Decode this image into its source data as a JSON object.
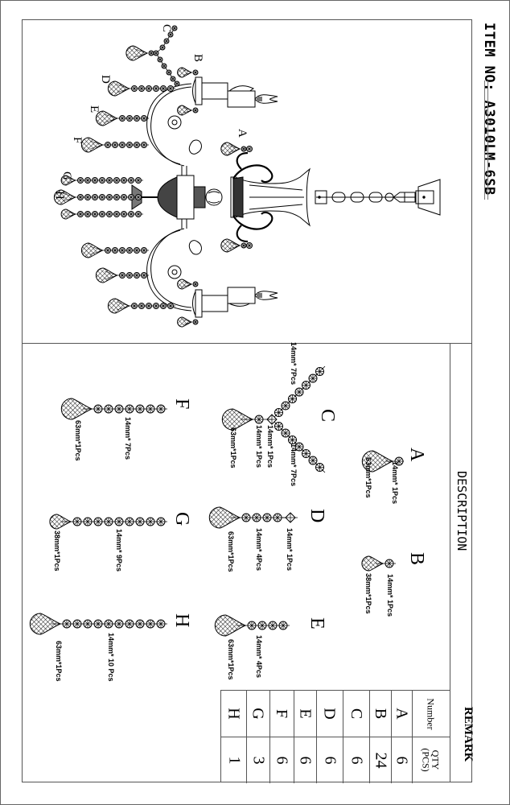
{
  "sheet": {
    "item_label": "ITEM NO:",
    "item_number": "A3010LM-6SB",
    "description_header": "DESCRIPTION",
    "remark_header": "REMARK"
  },
  "drawing": {
    "callouts": [
      "A",
      "B",
      "C",
      "D",
      "E",
      "F",
      "G",
      "H"
    ],
    "arms": 6,
    "candles": 6
  },
  "parts": [
    {
      "id": "A",
      "components": [
        {
          "label": "14mm* 1Pcs",
          "size_mm": 14,
          "qty": 1,
          "type": "octagon bead"
        },
        {
          "label": "63mm*1Pcs",
          "size_mm": 63,
          "qty": 1,
          "type": "pendant drop"
        }
      ]
    },
    {
      "id": "B",
      "components": [
        {
          "label": "14mm* 1Pcs",
          "size_mm": 14,
          "qty": 1,
          "type": "octagon bead"
        },
        {
          "label": "38mm*1Pcs",
          "size_mm": 38,
          "qty": 1,
          "type": "pendant drop"
        }
      ]
    },
    {
      "id": "C",
      "components": [
        {
          "label": "14mm* 7Pcs",
          "size_mm": 14,
          "qty": 7,
          "type": "octagon bead strand (left)"
        },
        {
          "label": "14mm* 7Pcs",
          "size_mm": 14,
          "qty": 7,
          "type": "octagon bead strand (right)"
        },
        {
          "label": "14mm* 1Pcs",
          "size_mm": 14,
          "qty": 1,
          "type": "square connector"
        },
        {
          "label": "14mm* 1Pcs",
          "size_mm": 14,
          "qty": 1,
          "type": "octagon bead"
        },
        {
          "label": "63mm*1Pcs",
          "size_mm": 63,
          "qty": 1,
          "type": "pendant drop"
        }
      ]
    },
    {
      "id": "D",
      "components": [
        {
          "label": "14mm* 1Pcs",
          "size_mm": 14,
          "qty": 1,
          "type": "square connector"
        },
        {
          "label": "14mm* 4Pcs",
          "size_mm": 14,
          "qty": 4,
          "type": "octagon bead"
        },
        {
          "label": "63mm*1Pcs",
          "size_mm": 63,
          "qty": 1,
          "type": "pendant drop"
        }
      ]
    },
    {
      "id": "E",
      "components": [
        {
          "label": "14mm* 4Pcs",
          "size_mm": 14,
          "qty": 4,
          "type": "octagon bead"
        },
        {
          "label": "63mm*1Pcs",
          "size_mm": 63,
          "qty": 1,
          "type": "pendant drop"
        }
      ]
    },
    {
      "id": "F",
      "components": [
        {
          "label": "14mm* 7Pcs",
          "size_mm": 14,
          "qty": 7,
          "type": "octagon bead"
        },
        {
          "label": "63mm*1Pcs",
          "size_mm": 63,
          "qty": 1,
          "type": "pendant drop"
        }
      ]
    },
    {
      "id": "G",
      "components": [
        {
          "label": "14mm* 9Pcs",
          "size_mm": 14,
          "qty": 9,
          "type": "octagon bead"
        },
        {
          "label": "38mm*1Pcs",
          "size_mm": 38,
          "qty": 1,
          "type": "pendant drop"
        }
      ]
    },
    {
      "id": "H",
      "components": [
        {
          "label": "14mm* 10 Pcs",
          "size_mm": 14,
          "qty": 10,
          "type": "octagon bead"
        },
        {
          "label": "63mm*1Pcs",
          "size_mm": 63,
          "qty": 1,
          "type": "pendant drop"
        }
      ]
    }
  ],
  "remark_table": {
    "col_number": "Number",
    "col_qty_line1": "QTY",
    "col_qty_line2": "(PCS)",
    "rows": [
      {
        "number": "A",
        "qty": "6"
      },
      {
        "number": "B",
        "qty": "24"
      },
      {
        "number": "C",
        "qty": "6"
      },
      {
        "number": "D",
        "qty": "6"
      },
      {
        "number": "E",
        "qty": "6"
      },
      {
        "number": "F",
        "qty": "6"
      },
      {
        "number": "G",
        "qty": "3"
      },
      {
        "number": "H",
        "qty": "1"
      }
    ]
  }
}
